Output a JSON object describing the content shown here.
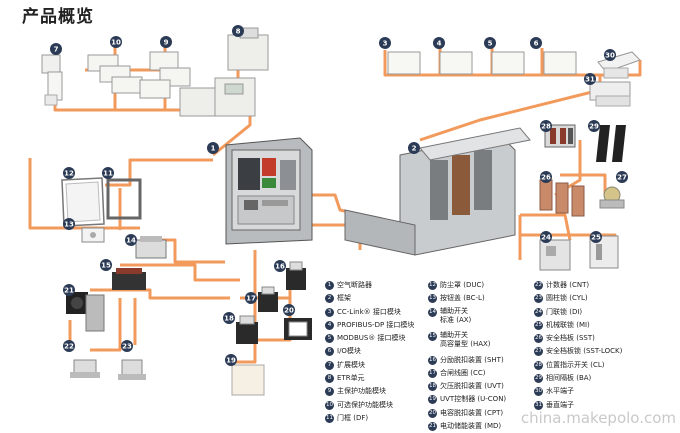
{
  "page_title": "产品概览",
  "watermark": "china.makepolo.com",
  "colors": {
    "accent": "#f29a5c",
    "badge": "#2b3a55"
  },
  "callouts": [
    "1",
    "2",
    "3",
    "4",
    "5",
    "6",
    "7",
    "8",
    "9",
    "10",
    "11",
    "12",
    "13",
    "14",
    "15",
    "16",
    "17",
    "18",
    "19",
    "20",
    "21",
    "22",
    "23",
    "24",
    "25",
    "26",
    "27",
    "28",
    "29",
    "30",
    "31"
  ],
  "legend": {
    "col1": [
      {
        "n": "1",
        "t": "空气断路器"
      },
      {
        "n": "2",
        "t": "框架"
      },
      {
        "n": "3",
        "t": "CC-Link® 接口模块"
      },
      {
        "n": "4",
        "t": "PROFIBUS-DP 接口模块"
      },
      {
        "n": "5",
        "t": "MODBUS® 接口模块"
      },
      {
        "n": "6",
        "t": "I/O模块"
      },
      {
        "n": "7",
        "t": "扩展模块"
      },
      {
        "n": "8",
        "t": "ETR单元"
      },
      {
        "n": "9",
        "t": "主保护功能模块"
      },
      {
        "n": "10",
        "t": "可选保护功能模块"
      },
      {
        "n": "11",
        "t": "门框 (DF)"
      }
    ],
    "col2": [
      {
        "n": "12",
        "t": "防尘罩 (DUC)"
      },
      {
        "n": "13",
        "t": "按钮盖 (BC-L)"
      },
      {
        "n": "14",
        "t": "辅助开关\n标准 (AX)"
      },
      {
        "n": "15",
        "t": "辅助开关\n高容量型 (HAX)"
      },
      {
        "n": "16",
        "t": "分励脱扣装置 (SHT)"
      },
      {
        "n": "17",
        "t": "合闸线圈 (CC)"
      },
      {
        "n": "18",
        "t": "欠压脱扣装置 (UVT)"
      },
      {
        "n": "19",
        "t": "UVT控制器 (U-CON)"
      },
      {
        "n": "20",
        "t": "电容脱扣装置 (CPT)"
      },
      {
        "n": "21",
        "t": "电动储能装置 (MD)"
      }
    ],
    "col3": [
      {
        "n": "22",
        "t": "计数器 (CNT)"
      },
      {
        "n": "23",
        "t": "圆柱锁 (CYL)"
      },
      {
        "n": "24",
        "t": "门联锁 (DI)"
      },
      {
        "n": "25",
        "t": "机械联锁 (MI)"
      },
      {
        "n": "26",
        "t": "安全档板 (SST)"
      },
      {
        "n": "27",
        "t": "安全档板锁 (SST-LOCK)"
      },
      {
        "n": "28",
        "t": "位置指示开关 (CL)"
      },
      {
        "n": "29",
        "t": "相间隔板 (BA)"
      },
      {
        "n": "30",
        "t": "水平端子"
      },
      {
        "n": "31",
        "t": "垂直端子"
      }
    ]
  }
}
